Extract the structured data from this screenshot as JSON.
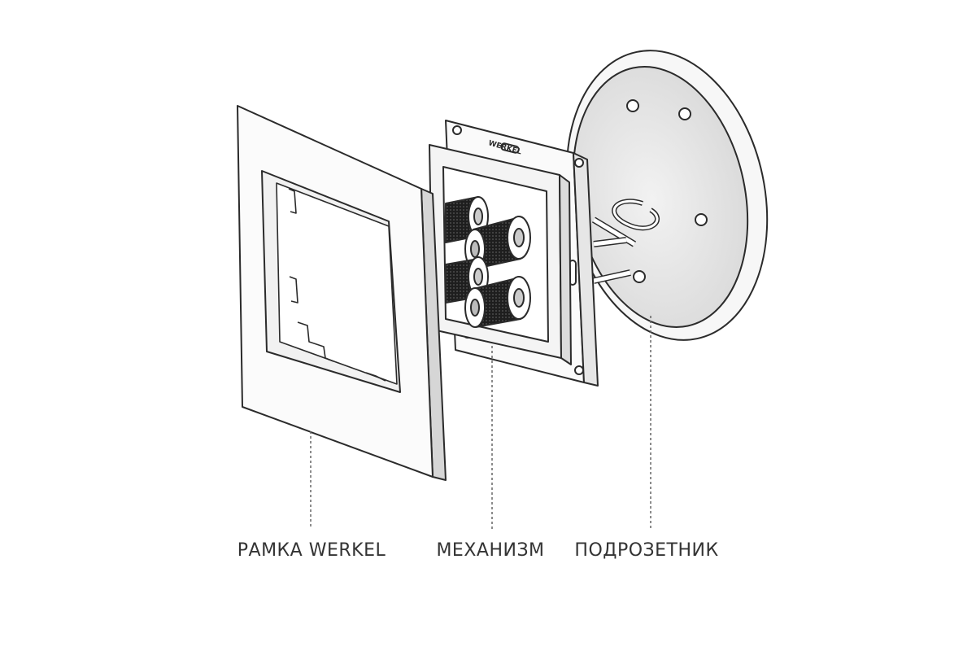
{
  "labels": {
    "frame": "РАМКА WERKEL",
    "mechanism": "МЕХАНИЗМ",
    "box": "ПОДРОЗЕТНИК"
  },
  "brand_mark": "WERKEL",
  "colors": {
    "outline": "#2b2b2b",
    "terminal": "#1e1e1e",
    "leader_line": "#666666",
    "label_text": "#333333"
  }
}
